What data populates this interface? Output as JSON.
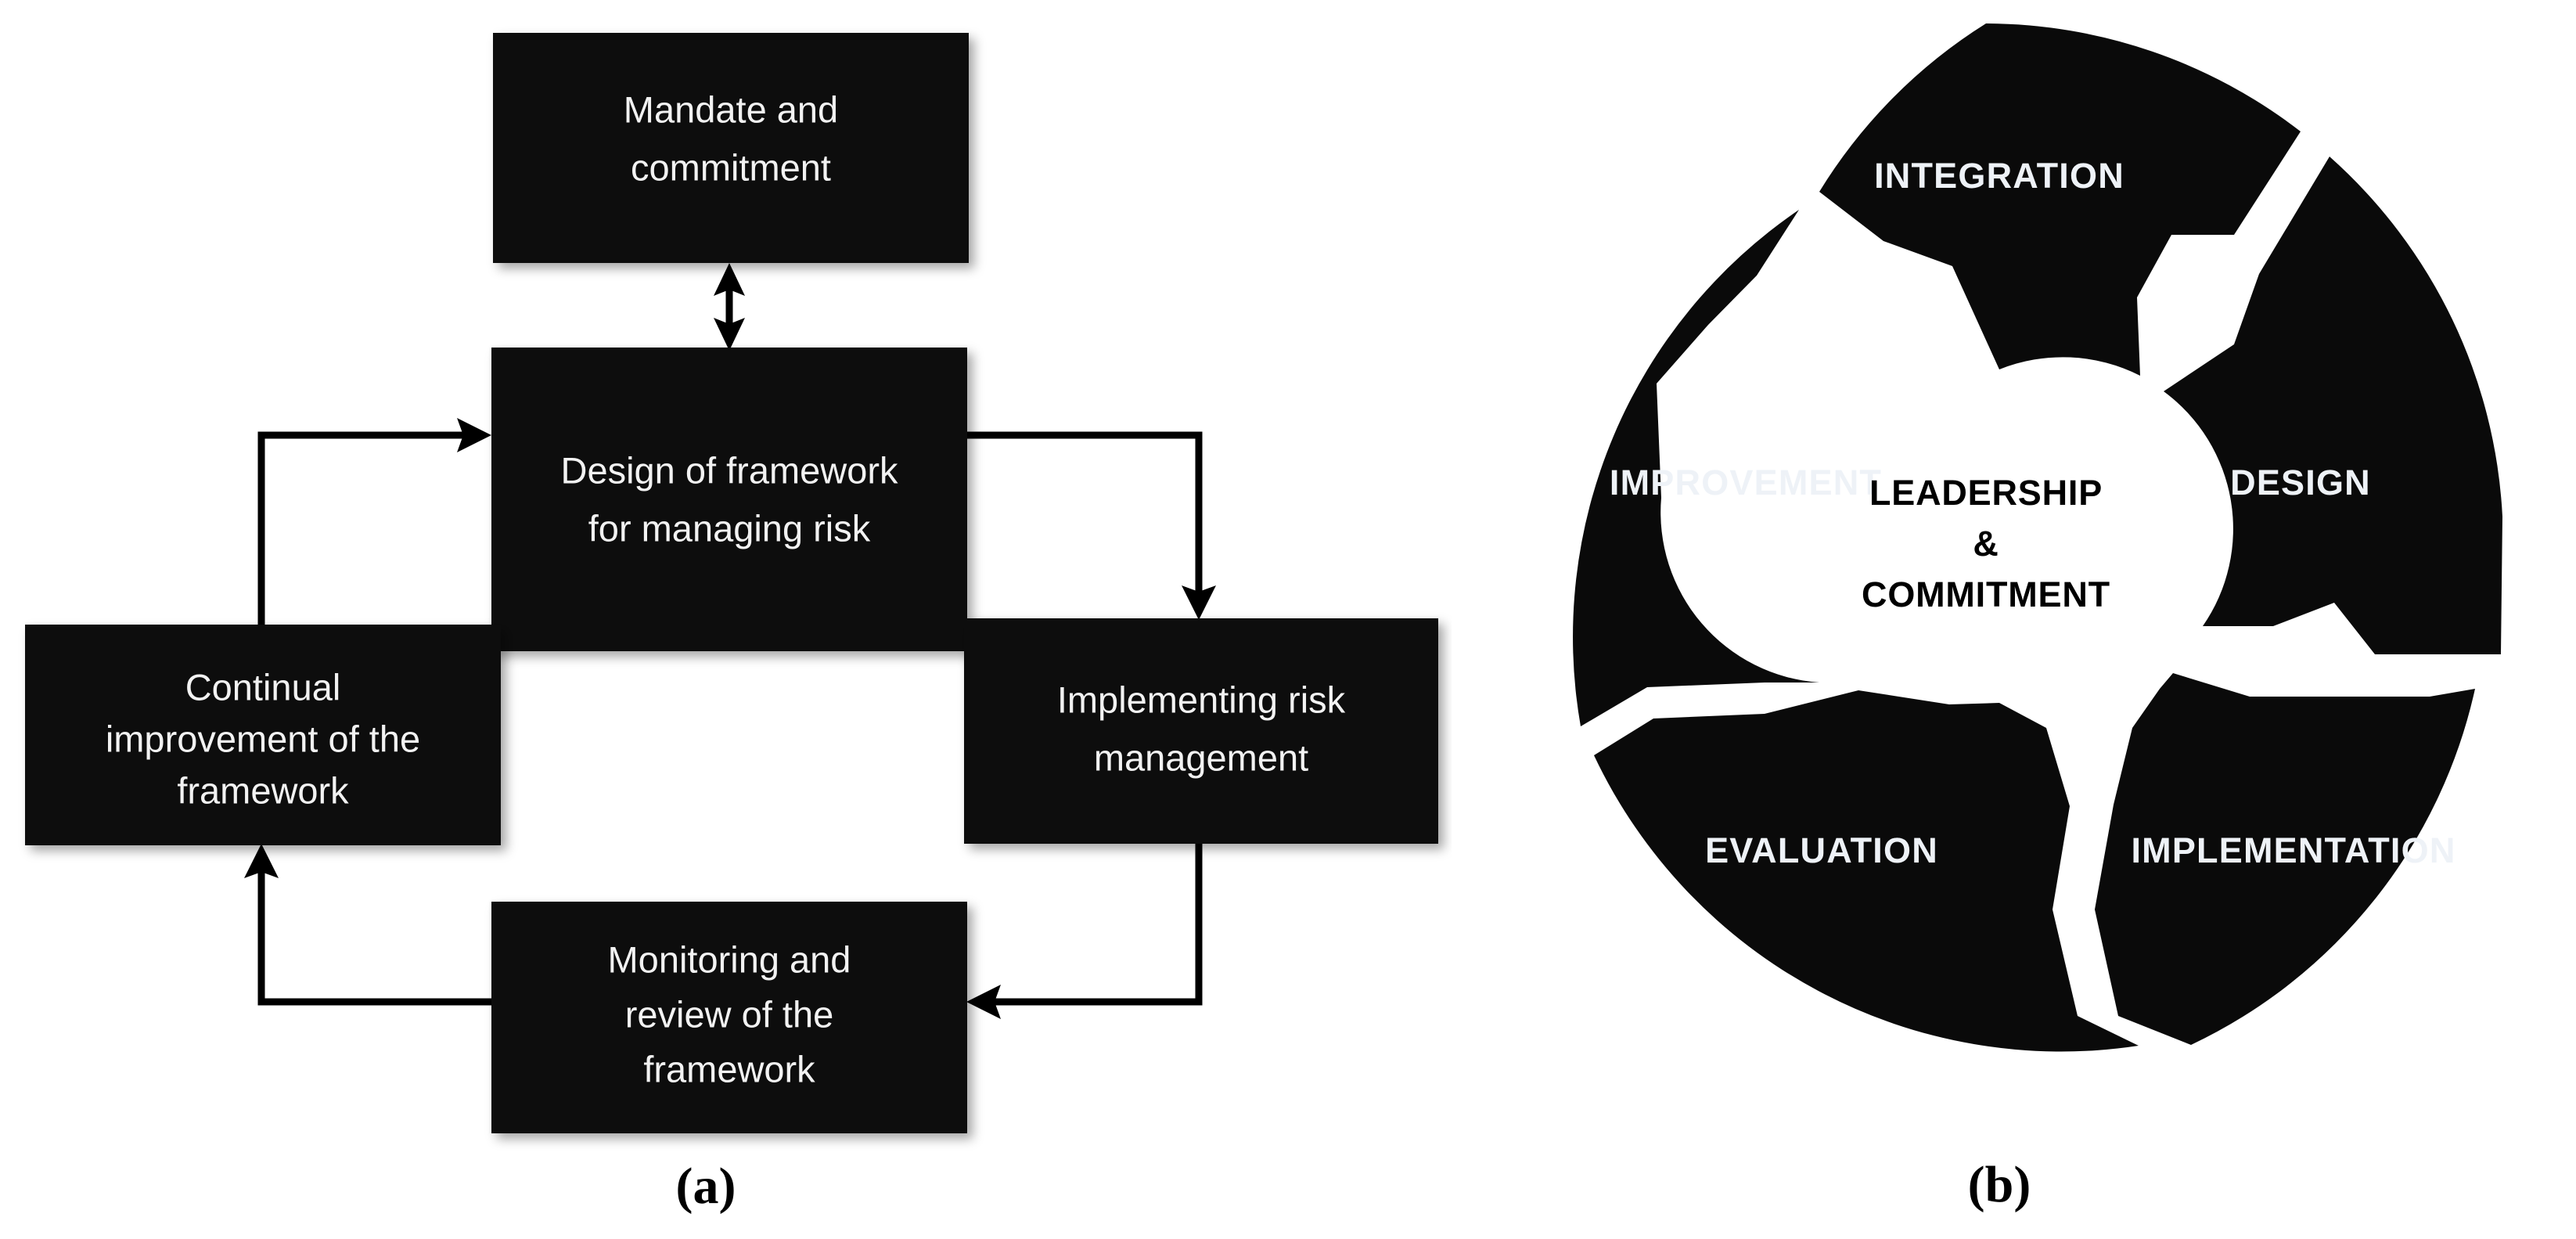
{
  "figure": {
    "panels": [
      {
        "id": "a",
        "caption": "(a)",
        "type": "flow-diagram",
        "nodes": [
          {
            "id": "mandate",
            "lines": [
              "Mandate and",
              "commitment"
            ]
          },
          {
            "id": "design",
            "lines": [
              "Design of framework",
              "for managing risk"
            ]
          },
          {
            "id": "implement",
            "lines": [
              "Implementing risk",
              "management"
            ]
          },
          {
            "id": "monitor",
            "lines": [
              "Monitoring and",
              "review of the",
              "framework"
            ]
          },
          {
            "id": "improve",
            "lines": [
              "Continual",
              "improvement of the",
              "framework"
            ]
          }
        ],
        "edges": [
          {
            "from": "mandate",
            "to": "design",
            "arrow": "double"
          },
          {
            "from": "design",
            "to": "implement",
            "arrow": "single"
          },
          {
            "from": "implement",
            "to": "monitor",
            "arrow": "single"
          },
          {
            "from": "monitor",
            "to": "improve",
            "arrow": "single"
          },
          {
            "from": "improve",
            "to": "design",
            "arrow": "single"
          }
        ]
      },
      {
        "id": "b",
        "caption": "(b)",
        "type": "segmented-wheel",
        "center": {
          "lines": [
            "LEADERSHIP",
            "&",
            "COMMITMENT"
          ]
        },
        "segments": [
          {
            "id": "integration",
            "label": "INTEGRATION"
          },
          {
            "id": "design",
            "label": "DESIGN"
          },
          {
            "id": "implementation",
            "label": "IMPLEMENTATION"
          },
          {
            "id": "evaluation",
            "label": "EVALUATION"
          },
          {
            "id": "improvement",
            "label": "IMPROVEMENT"
          }
        ]
      }
    ]
  },
  "colors": {
    "fill_black": "#0a0a0a",
    "text_on_black": "#eef2f7",
    "text_on_white": "#000000",
    "background": "#ffffff"
  }
}
